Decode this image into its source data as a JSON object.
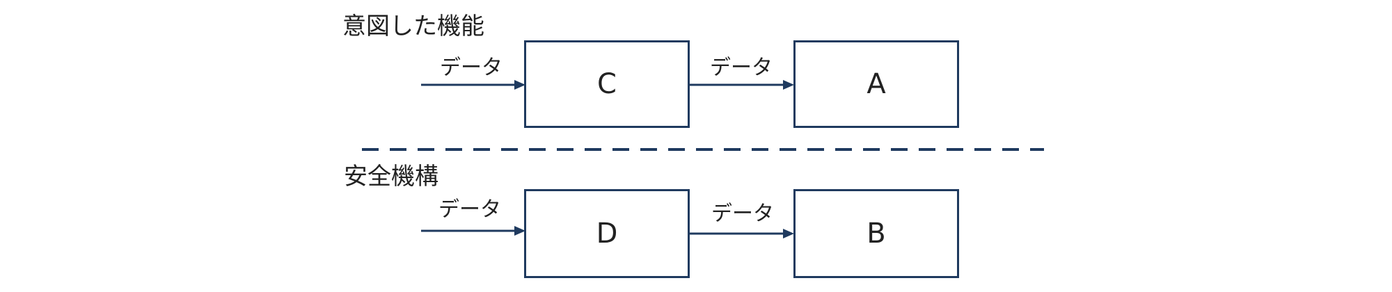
{
  "colors": {
    "line": "#1f3a5f",
    "text": "#222222",
    "background": "#ffffff"
  },
  "intended_function": {
    "title": "意図した機能",
    "input_label": "データ",
    "block_first": "C",
    "link_label": "データ",
    "block_second": "A"
  },
  "safety_mechanism": {
    "title": "安全機構",
    "input_label": "データ",
    "block_first": "D",
    "link_label": "データ",
    "block_second": "B"
  },
  "separator": {
    "style": "dashed"
  }
}
